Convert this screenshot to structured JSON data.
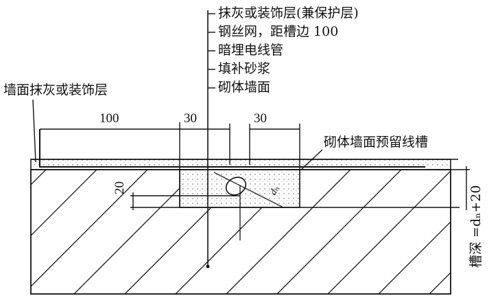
{
  "callouts": [
    "抹灰或装饰层(兼保护层)",
    "钢丝网，距槽边 100",
    "暗埋电线管",
    "填补砂浆",
    "砌体墙面"
  ],
  "left_label": "墙面抹灰或装饰层",
  "groove_label": "砌体墙面预留线槽",
  "depth_label": "槽深 =dₙ+20",
  "dims": {
    "d100": "100",
    "d30a": "30",
    "d30b": "30",
    "d20": "20"
  },
  "pipe_label": "dₙ"
}
